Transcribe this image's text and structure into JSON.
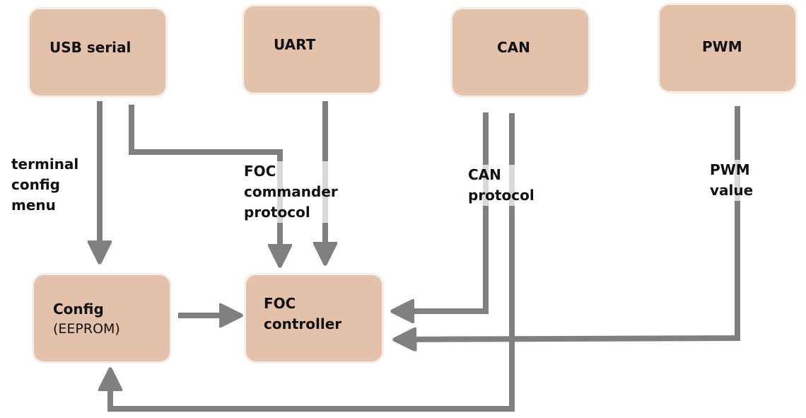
{
  "diagram": {
    "colors": {
      "box_fill": "#e4c1aa",
      "line": "#808080",
      "text": "#111111"
    },
    "nodes": {
      "usb_serial": {
        "label": "USB serial"
      },
      "uart": {
        "label": "UART"
      },
      "can": {
        "label": "CAN"
      },
      "pwm": {
        "label": "PWM"
      },
      "config": {
        "label": "Config",
        "sublabel": "(EEPROM)"
      },
      "foc_controller": {
        "label_line1": "FOC",
        "label_line2": "controller"
      }
    },
    "edges": [
      {
        "from": "usb_serial",
        "to": "config",
        "label": "terminal\nconfig\nmenu"
      },
      {
        "from": "usb_serial",
        "to": "foc_controller",
        "label": "FOC\ncommander\nprotocol"
      },
      {
        "from": "uart",
        "to": "foc_controller",
        "label": ""
      },
      {
        "from": "can",
        "to": "foc_controller",
        "label": "CAN\nprotocol"
      },
      {
        "from": "can",
        "to": "config",
        "label": ""
      },
      {
        "from": "pwm",
        "to": "foc_controller",
        "label": "PWM\nvalue"
      },
      {
        "from": "config",
        "to": "foc_controller",
        "label": ""
      }
    ],
    "edge_labels": {
      "terminal": "terminal\nconfig\nmenu",
      "foc_commander": "FOC\ncommander\nprotocol",
      "can_protocol": "CAN\nprotocol",
      "pwm_value": "PWM\nvalue"
    }
  }
}
